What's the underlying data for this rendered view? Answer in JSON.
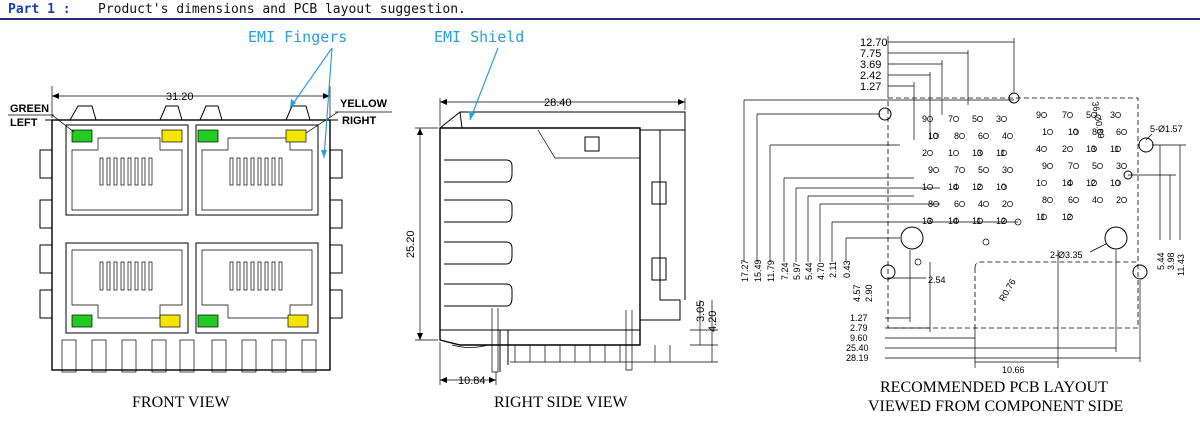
{
  "header": {
    "part": "Part 1 :",
    "description": "Product's dimensions and PCB layout suggestion."
  },
  "callouts": {
    "emi_fingers": "EMI Fingers",
    "emi_shield": "EMI Shield"
  },
  "front_view": {
    "caption": "FRONT VIEW",
    "width_dim": "31.20",
    "led_green_1": "GREEN",
    "led_green_2": "LEFT",
    "led_yellow_1": "YELLOW",
    "led_yellow_2": "RIGHT",
    "colors": {
      "green": "#22cc22",
      "yellow": "#f2e600"
    }
  },
  "side_view": {
    "caption": "RIGHT SIDE VIEW",
    "depth_dim": "28.40",
    "height_dim": "25.20",
    "bottom_dim": "10.84",
    "pin_dim_a": "3.05",
    "pin_dim_b": "4.20"
  },
  "pcb_layout": {
    "caption_1": "RECOMMENDED PCB LAYOUT",
    "caption_2": "VIEWED FROM COMPONENT SIDE",
    "top_dims": [
      "12.70",
      "7.75",
      "3.69",
      "2.42",
      "1.27"
    ],
    "left_dims": [
      "17.27",
      "15.49",
      "11.79",
      "7.24",
      "5.97",
      "5.44",
      "4.70",
      "2.11",
      "0.43"
    ],
    "right_dims": [
      "5.44",
      "3.98",
      "11.43"
    ],
    "bottom_dims": [
      "1.27",
      "2.79",
      "9.60",
      "25.40",
      "28.19"
    ],
    "mid_dims": {
      "d254": "2.54",
      "d457": "4.57",
      "d290": "2.90",
      "d1066": "10.66",
      "r": "R0.76",
      "hole_a": "2-Ø3.35",
      "hole_b": "5-Ø1.57",
      "hole_c": "36-Ø0.89"
    },
    "pins_left": [
      "9",
      "7",
      "5",
      "3",
      "10",
      "8",
      "6",
      "4",
      "2",
      "1",
      "13",
      "11",
      "9",
      "7",
      "5",
      "3",
      "1",
      "14",
      "12",
      "10",
      "8",
      "6",
      "4",
      "2",
      "13",
      "14",
      "11",
      "12"
    ],
    "pins_right": [
      "9",
      "7",
      "5",
      "3",
      "1",
      "10",
      "8",
      "6",
      "4",
      "2",
      "13",
      "11",
      "9",
      "7",
      "5",
      "3",
      "1",
      "14",
      "12",
      "10",
      "8",
      "6",
      "4",
      "2",
      "11",
      "12"
    ]
  }
}
